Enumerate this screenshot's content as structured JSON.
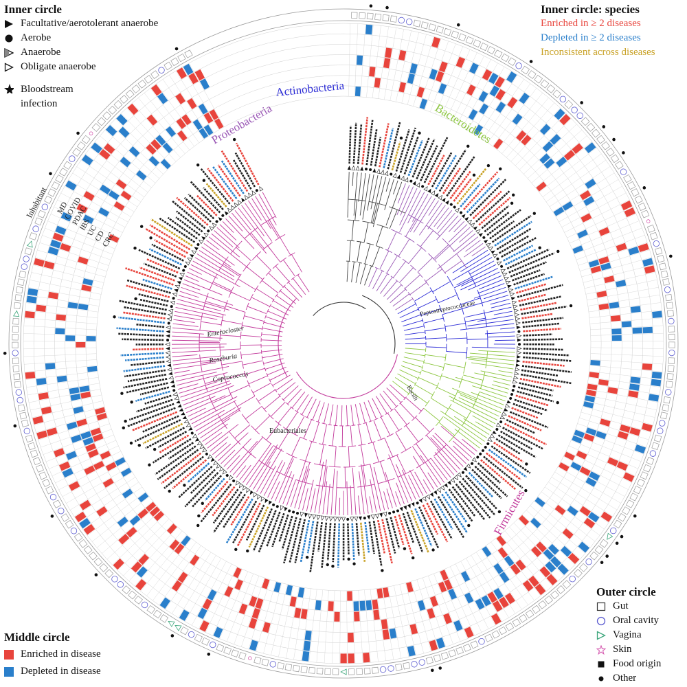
{
  "legends": {
    "inner": {
      "title": "Inner circle",
      "items": [
        {
          "label": "Facultative/aerotolerant anaerobe",
          "icon": "filled-triangle-icon"
        },
        {
          "label": "Aerobe",
          "icon": "filled-circle-icon"
        },
        {
          "label": "Anaerobe",
          "icon": "half-triangle-icon"
        },
        {
          "label": "Obligate anaerobe",
          "icon": "open-triangle-icon"
        }
      ],
      "bloodstream": "Bloodstream infection"
    },
    "species": {
      "title": "Inner circle: species",
      "items": [
        {
          "label": "Enriched in ≥ 2 diseases",
          "color": "#e8443c"
        },
        {
          "label": "Depleted in ≥ 2 diseases",
          "color": "#2a7fcb"
        },
        {
          "label": "Inconsistent across diseases",
          "color": "#c9a227"
        }
      ]
    },
    "middle": {
      "title": "Middle circle",
      "items": [
        {
          "label": "Enriched in disease",
          "color": "#e8443c"
        },
        {
          "label": "Depleted in disease",
          "color": "#2a7fcb"
        }
      ]
    },
    "outer": {
      "title": "Outer circle",
      "items": [
        {
          "label": "Gut",
          "icon": "open-square-icon"
        },
        {
          "label": "Oral cavity",
          "icon": "open-circle-icon"
        },
        {
          "label": "Vagina",
          "icon": "open-triangle-icon"
        },
        {
          "label": "Skin",
          "icon": "star-icon"
        },
        {
          "label": "Food origin",
          "icon": "filled-square-icon"
        },
        {
          "label": "Other",
          "icon": "filled-dot-icon"
        }
      ]
    }
  },
  "ring_labels": [
    "Inhabitant",
    "MD",
    "COVID",
    "PDAC",
    "IBS",
    "UC",
    "CD",
    "CRC"
  ],
  "clades": {
    "proteobacteria": {
      "label": "Proteobacteria",
      "color": "#9b59b6"
    },
    "actinobacteria": {
      "label": "Actinobacteria",
      "color": "#2b2bd6"
    },
    "bacteroidetes": {
      "label": "Bacteroidetes",
      "color": "#8cc63f"
    },
    "firmicutes": {
      "label": "Firmicutes",
      "color": "#c2399b"
    }
  },
  "inner_labels": [
    "Enterocloster",
    "Roseburia",
    "Coprococcus",
    "Eubacteriales",
    "Peptostreptococcaceae",
    "Bacilli"
  ],
  "colors": {
    "enriched": "#e8443c",
    "depleted": "#2a7fcb",
    "inconsistent": "#c9a227",
    "skin": "#d65db1",
    "vagina": "#3aa57a",
    "oral": "#5b5bd0",
    "grid": "#cfcfcf"
  }
}
